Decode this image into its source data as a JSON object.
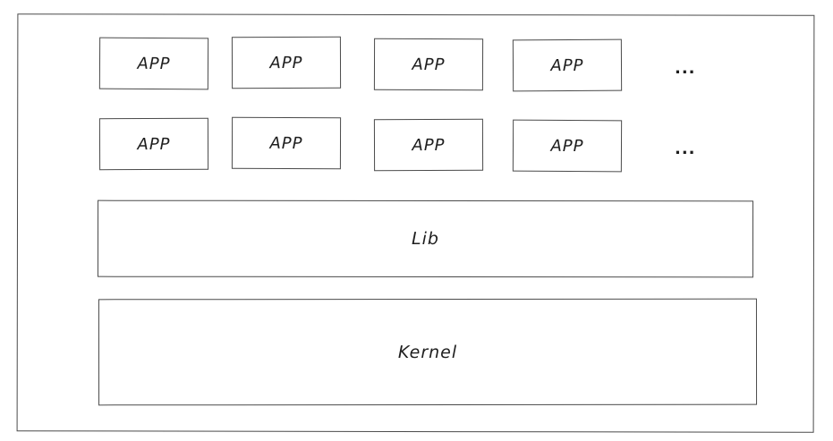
{
  "diagram": {
    "app_rows": [
      {
        "apps": [
          "APP",
          "APP",
          "APP",
          "APP"
        ],
        "more": "..."
      },
      {
        "apps": [
          "APP",
          "APP",
          "APP",
          "APP"
        ],
        "more": "..."
      }
    ],
    "lib_label": "Lib",
    "kernel_label": "Kernel"
  }
}
